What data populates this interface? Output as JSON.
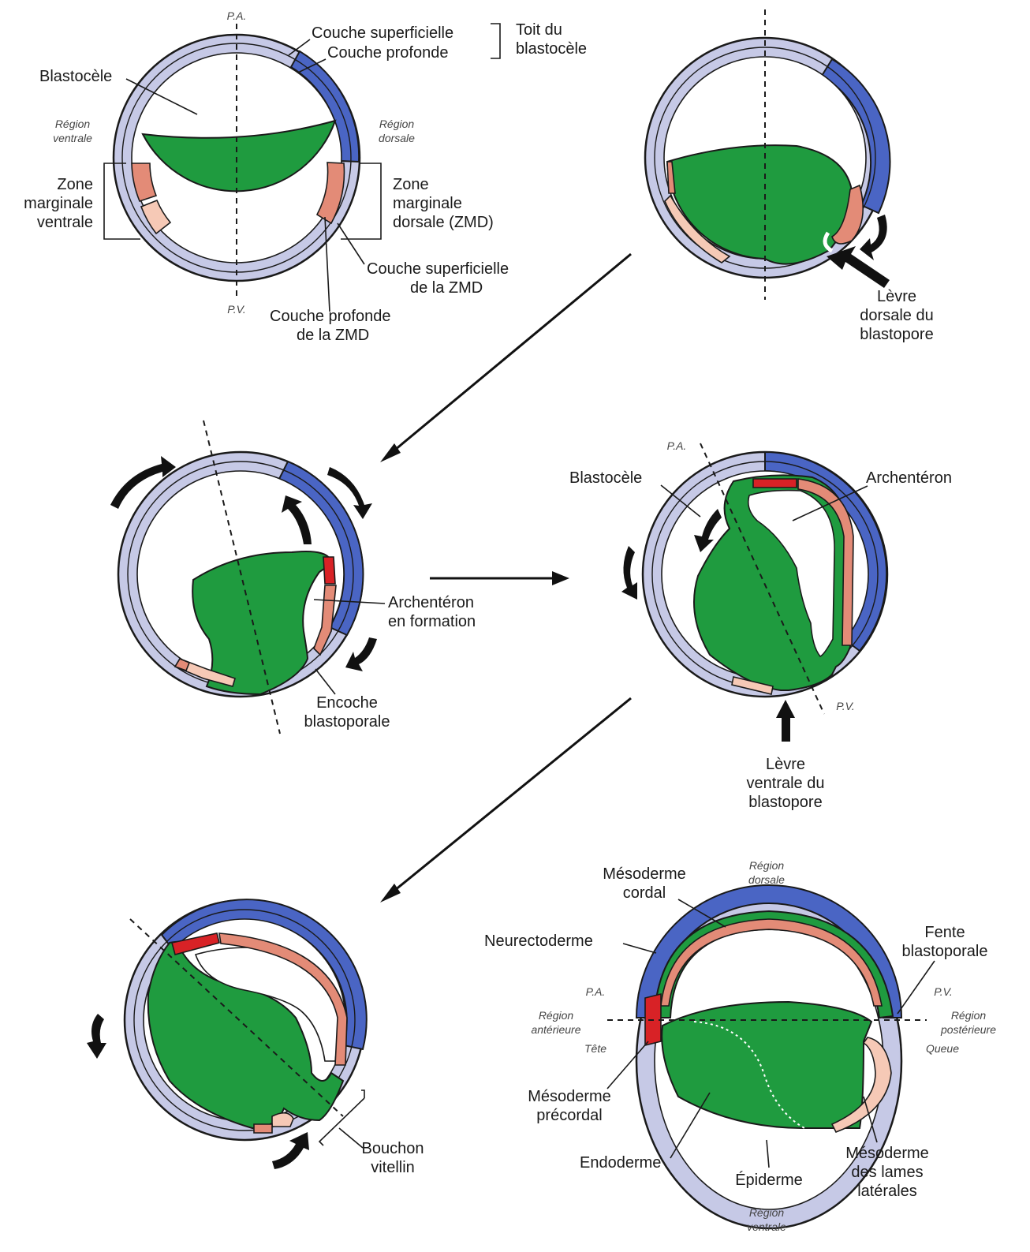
{
  "panel1": {
    "pa": "P.A.",
    "pv": "P.V.",
    "couche_superficielle": "Couche superficielle",
    "couche_profonde": "Couche profonde",
    "toit_1": "Toit du",
    "toit_2": "blastocèle",
    "blastocele": "Blastocèle",
    "region_ventrale_1": "Région",
    "region_ventrale_2": "ventrale",
    "region_dorsale_1": "Région",
    "region_dorsale_2": "dorsale",
    "zmv_1": "Zone",
    "zmv_2": "marginale",
    "zmv_3": "ventrale",
    "zmd_1": "Zone",
    "zmd_2": "marginale",
    "zmd_3": "dorsale (ZMD)",
    "cs_zmd_1": "Couche superficielle",
    "cs_zmd_2": "de la ZMD",
    "cp_zmd_1": "Couche profonde",
    "cp_zmd_2": "de la ZMD"
  },
  "panel2": {
    "levre_1": "Lèvre",
    "levre_2": "dorsale du",
    "levre_3": "blastopore"
  },
  "panel3": {
    "arch_1": "Archentéron",
    "arch_2": "en formation",
    "encoche_1": "Encoche",
    "encoche_2": "blastoporale"
  },
  "panel4": {
    "pa": "P.A.",
    "pv": "P.V.",
    "blastocele": "Blastocèle",
    "archenteron": "Archentéron",
    "levre_1": "Lèvre",
    "levre_2": "ventrale du",
    "levre_3": "blastopore"
  },
  "panel5": {
    "bouchon_1": "Bouchon",
    "bouchon_2": "vitellin"
  },
  "panel6": {
    "meso_cordal_1": "Mésoderme",
    "meso_cordal_2": "cordal",
    "region_dorsale_1": "Région",
    "region_dorsale_2": "dorsale",
    "neurectoderme": "Neurectoderme",
    "fente_1": "Fente",
    "fente_2": "blastoporale",
    "pa": "P.A.",
    "pv": "P.V.",
    "region_ant_1": "Région",
    "region_ant_2": "antérieure",
    "tete": "Tête",
    "region_post_1": "Région",
    "region_post_2": "postérieure",
    "queue": "Queue",
    "meso_precordal_1": "Mésoderme",
    "meso_precordal_2": "précordal",
    "endoderme": "Endoderme",
    "epiderme": "Épiderme",
    "meso_lames_1": "Mésoderme",
    "meso_lames_2": "des lames",
    "meso_lames_3": "latérales",
    "region_ventrale_1": "Région",
    "region_ventrale_2": "ventrale"
  },
  "colors": {
    "ectoderm_light": "#c6c9e6",
    "neurectoderm_blue": "#4a65c4",
    "endoderm_green": "#1f9b3f",
    "mesoderm_salmon": "#e38b77",
    "prechordal_red": "#d82226",
    "lateral_pink": "#f6c9b6"
  }
}
